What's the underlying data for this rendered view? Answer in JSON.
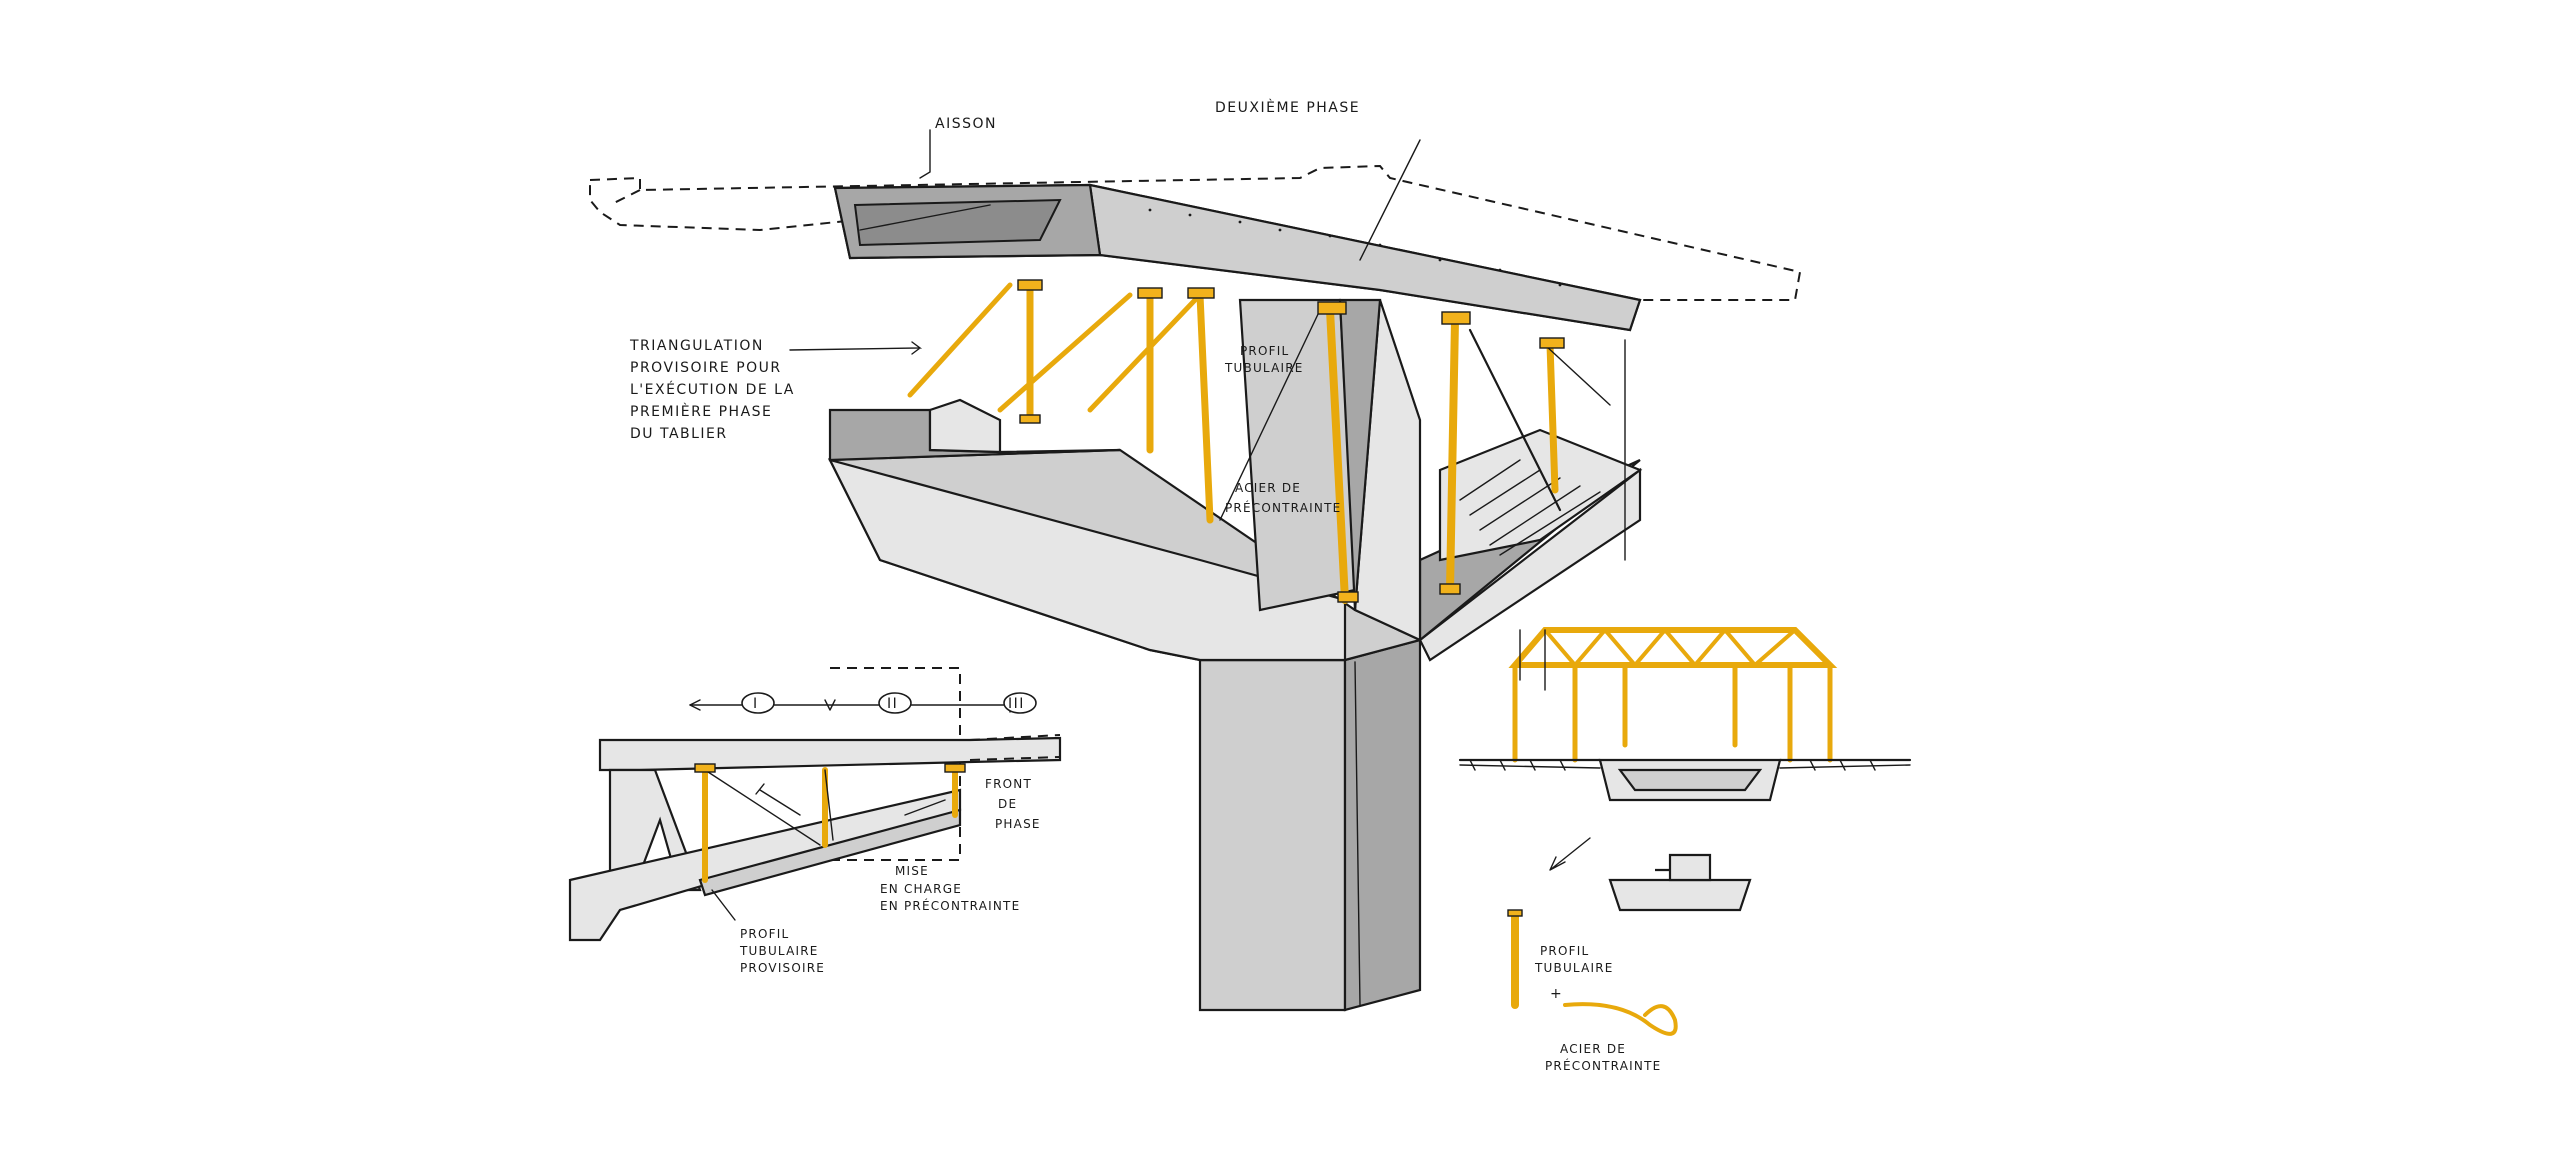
{
  "labels": {
    "caisson": "AISSON",
    "deuxieme_phase": "DEUXIÈME PHASE",
    "triangulation": [
      "TRIANGULATION",
      "PROVISOIRE POUR",
      "L'EXÉCUTION DE LA",
      "PREMIÈRE PHASE",
      "DU TABLIER"
    ],
    "profil_tubulaire_top": [
      "PROFIL",
      "TUBULAIRE"
    ],
    "acier_top": [
      "ACIER DE",
      "PRÉCONTRAINTE"
    ],
    "phases": [
      "I",
      "II",
      "III"
    ],
    "front_de_phase": [
      "FRONT",
      "DE",
      "PHASE"
    ],
    "mise_en_charge": [
      "MISE",
      "EN CHARGE",
      "EN PRÉCONTRAINTE"
    ],
    "profil_tubulaire_provisoire": [
      "PROFIL",
      "TUBULAIRE",
      "PROVISOIRE"
    ],
    "profil_tubulaire_legend": [
      "PROFIL",
      "TUBULAIRE"
    ],
    "plus_sign": "+",
    "acier_legend": [
      "ACIER DE",
      "PRÉCONTRAINTE"
    ]
  },
  "colors": {
    "concrete_light": "#e6e6e6",
    "concrete_mid": "#cfcfcf",
    "concrete_dark": "#a7a7a7",
    "steel_yellow": "#f2b21c",
    "ink": "#1a1a1a"
  }
}
